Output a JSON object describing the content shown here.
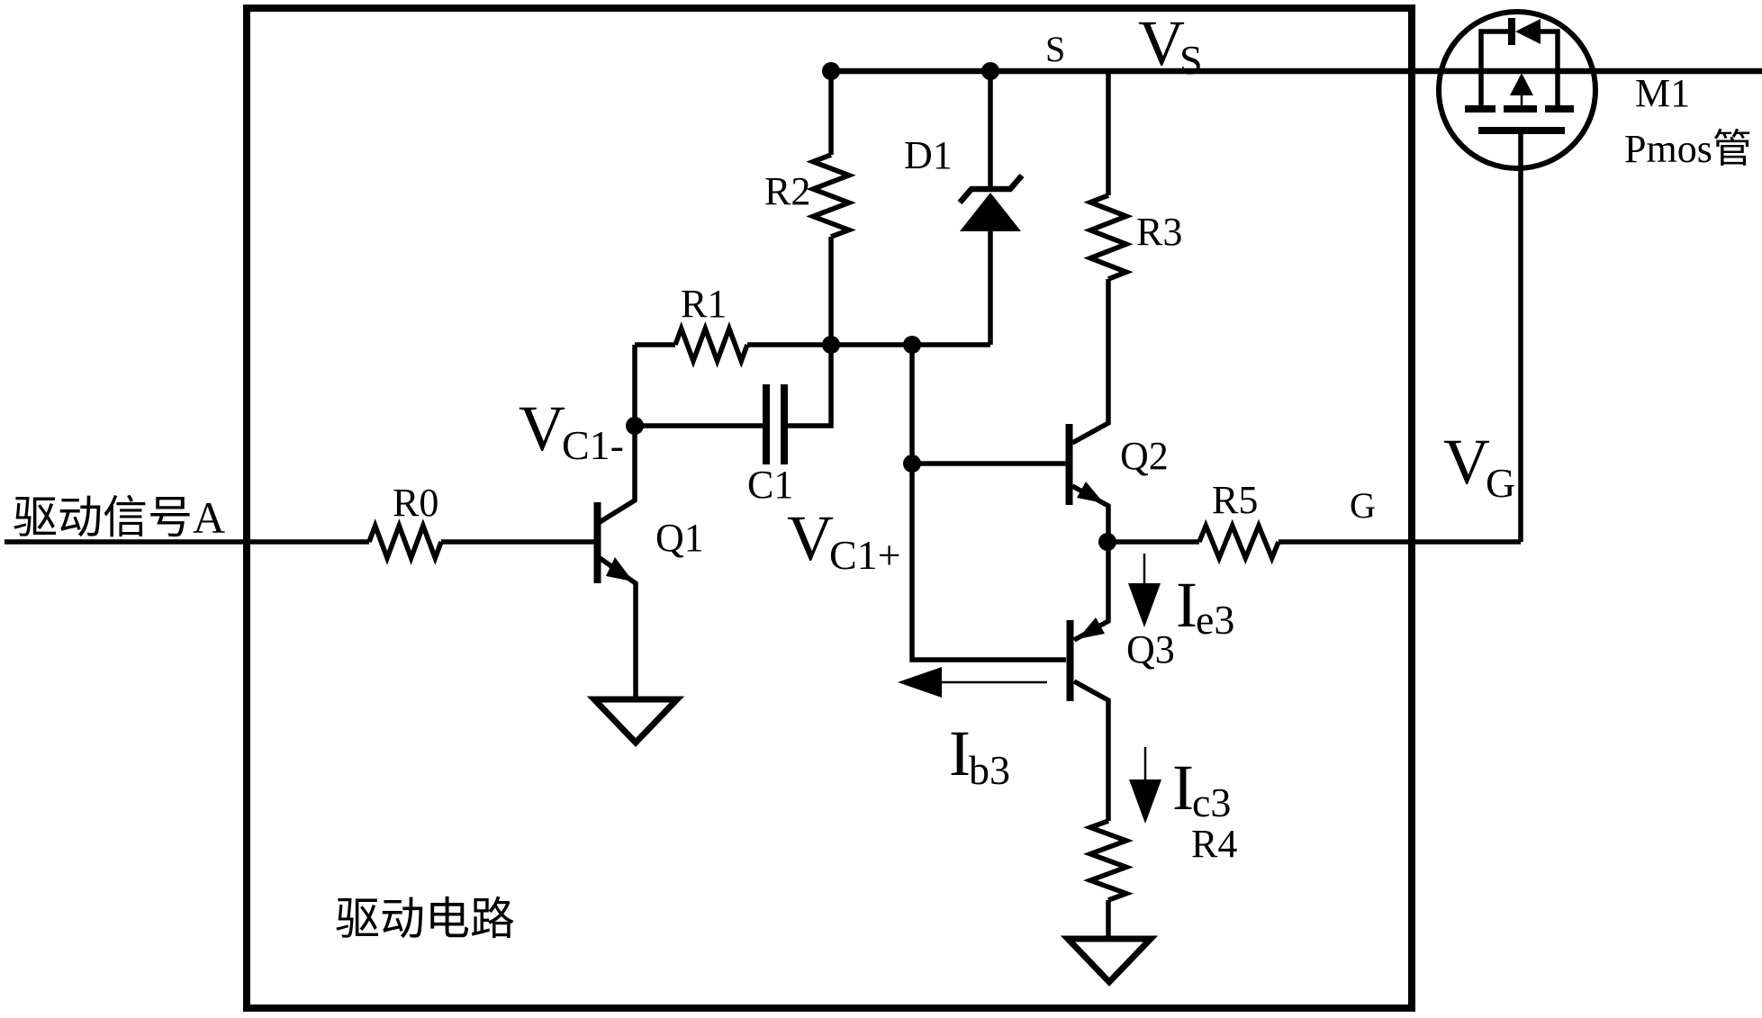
{
  "diagram": {
    "colors": {
      "line": "#000000",
      "background": "#ffffff"
    },
    "box_label": "驱动电路",
    "input_label": "驱动信号A",
    "labels": {
      "r0": "R0",
      "r1": "R1",
      "r2": "R2",
      "r3": "R3",
      "r4": "R4",
      "r5": "R5",
      "c1": "C1",
      "d1": "D1",
      "q1": "Q1",
      "q2": "Q2",
      "q3": "Q3",
      "m1": "M1",
      "m1_type": "Pmos管",
      "s_node": "S",
      "g_node": "G"
    },
    "voltages": {
      "vs": {
        "main": "V",
        "sub": "S"
      },
      "vg": {
        "main": "V",
        "sub": "G"
      },
      "vc1m": {
        "main": "V",
        "sub": "C1-"
      },
      "vc1p": {
        "main": "V",
        "sub": "C1+"
      }
    },
    "currents": {
      "ie3": {
        "main": "I",
        "sub": "e3"
      },
      "ib3": {
        "main": "I",
        "sub": "b3"
      },
      "ic3": {
        "main": "I",
        "sub": "c3"
      }
    }
  }
}
